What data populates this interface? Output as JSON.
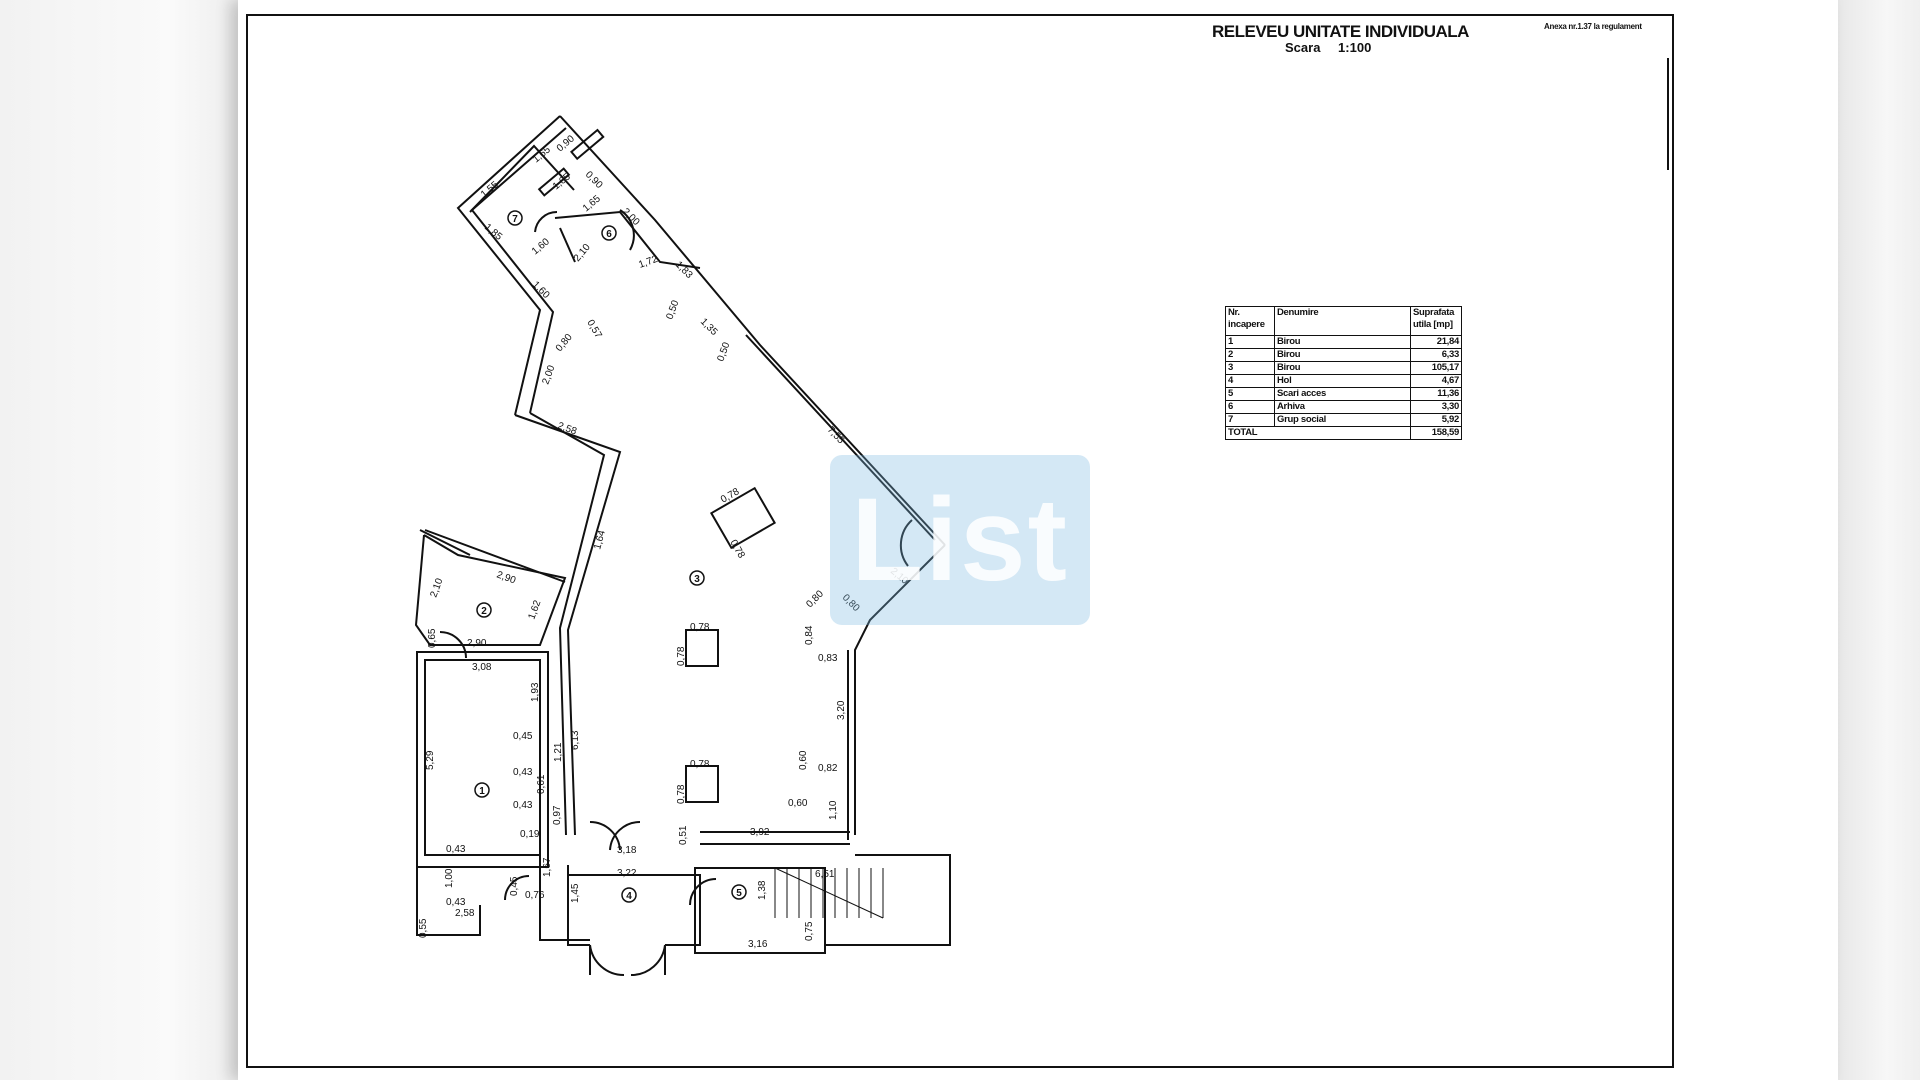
{
  "header": {
    "title": "RELEVEU UNITATE INDIVIDUALA",
    "scale_label": "Scara",
    "scale_value": "1:100",
    "annex": "Anexa nr.1.37 la regulament"
  },
  "area_table": {
    "headers": [
      "Nr. incapere",
      "Denumire",
      "Suprafata utila [mp]"
    ],
    "rows": [
      {
        "nr": "1",
        "name": "Birou",
        "area": "21,84"
      },
      {
        "nr": "2",
        "name": "Birou",
        "area": "6,33"
      },
      {
        "nr": "3",
        "name": "Birou",
        "area": "105,17"
      },
      {
        "nr": "4",
        "name": "Hol",
        "area": "4,67"
      },
      {
        "nr": "5",
        "name": "Scari acces",
        "area": "11,36"
      },
      {
        "nr": "6",
        "name": "Arhiva",
        "area": "3,30"
      },
      {
        "nr": "7",
        "name": "Grup social",
        "area": "5,92"
      }
    ],
    "total_label": "TOTAL",
    "total_value": "158,59"
  },
  "rooms": [
    "1",
    "2",
    "3",
    "4",
    "5",
    "6",
    "7"
  ],
  "dimensions": {
    "top": [
      "0,90",
      "1,65",
      "0,90",
      "1,65",
      "1,65",
      "1,55",
      "1,85",
      "2,00",
      "1,60",
      "2,10",
      "1,72",
      "1,83",
      "1,60",
      "0,80",
      "0,57",
      "0,50",
      "1,35",
      "0,50"
    ],
    "middle": [
      "2,00",
      "2,58",
      "7,55",
      "1,64",
      "0,78",
      "0,78",
      "2,10",
      "0,80",
      "0,80",
      "2,90",
      "2,10",
      "1,62",
      "0,65",
      "2,90"
    ],
    "left": [
      "3,08",
      "1,93",
      "5,29",
      "0,45",
      "1,21",
      "0,43",
      "0,61",
      "0,43",
      "0,97",
      "6,13",
      "0,19",
      "0,43",
      "1,00",
      "1,67",
      "0,45",
      "0,76",
      "0,43",
      "2,58",
      "0,55"
    ],
    "center": [
      "0,78",
      "0,78",
      "0,84",
      "0,83",
      "3,20",
      "0,60",
      "0,82",
      "0,60",
      "1,10",
      "0,78",
      "0,78",
      "0,51",
      "3,92"
    ],
    "bottom": [
      "3,18",
      "3,22",
      "1,45",
      "1,38",
      "6,51",
      "3,16",
      "0,75"
    ]
  },
  "watermark": "List",
  "colors": {
    "ink": "#111111",
    "watermark": "#78b9e1"
  }
}
